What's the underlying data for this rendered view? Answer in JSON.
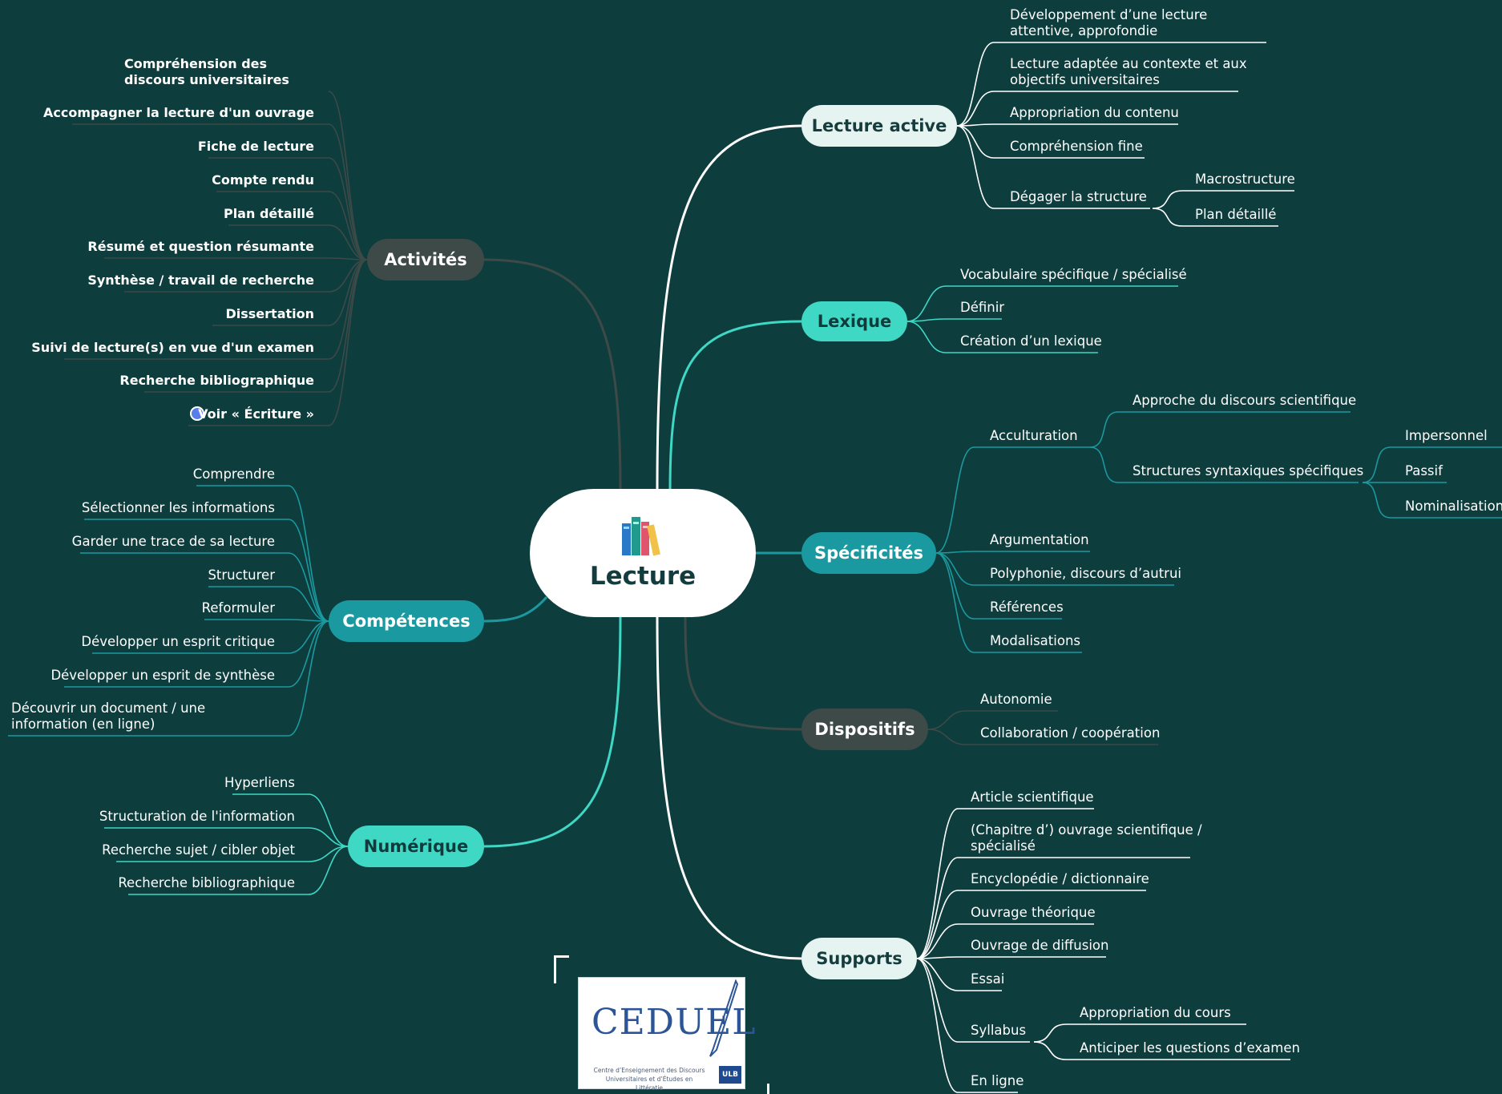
{
  "center": {
    "title": "Lecture",
    "icon": "books-icon"
  },
  "colors": {
    "background": "#0e3d3e",
    "grey": "#3d4a47",
    "teal": "#1a9aa0",
    "mint": "#3ed8c4",
    "white": "#ffffff"
  },
  "branches": {
    "lecture_active": {
      "label": "Lecture active",
      "items": [
        "Développement d’une lecture attentive, approfondie",
        "Lecture adaptée au contexte et aux objectifs universitaires",
        "Appropriation du contenu",
        "Compréhension fine",
        "Dégager la structure"
      ],
      "structure_items": [
        "Macrostructure",
        "Plan détaillé"
      ]
    },
    "lexique": {
      "label": "Lexique",
      "items": [
        "Vocabulaire spécifique / spécialisé",
        "Définir",
        "Création d’un lexique"
      ]
    },
    "specificites": {
      "label": "Spécificités",
      "items": [
        "Acculturation",
        "Argumentation",
        "Polyphonie, discours d’autrui",
        "Références",
        "Modalisations"
      ],
      "acculturation_items": [
        "Approche du discours scientifique",
        "Structures syntaxiques spécifiques"
      ],
      "syntax_items": [
        "Impersonnel",
        "Passif",
        "Nominalisation"
      ]
    },
    "dispositifs": {
      "label": "Dispositifs",
      "items": [
        "Autonomie",
        "Collaboration / coopération"
      ]
    },
    "supports": {
      "label": "Supports",
      "items": [
        "Article scientifique",
        "(Chapitre d’) ouvrage scientifique / spécialisé",
        "Encyclopédie / dictionnaire",
        "Ouvrage théorique",
        "Ouvrage de diffusion",
        "Essai",
        "Syllabus",
        "En ligne"
      ],
      "syllabus_items": [
        "Appropriation du cours",
        "Anticiper les questions d’examen"
      ]
    },
    "activites": {
      "label": "Activités",
      "items": [
        "Compréhension des discours universitaires",
        "Accompagner la lecture d'un ouvrage",
        "Fiche de lecture",
        "Compte rendu",
        "Plan détaillé",
        "Résumé et question résumante",
        "Synthèse / travail de recherche",
        "Dissertation",
        "Suivi de lecture(s) en vue d'un examen",
        "Recherche bibliographique",
        "Voir « Écriture »"
      ],
      "link_icon": "link-icon"
    },
    "competences": {
      "label": "Compétences",
      "items": [
        "Comprendre",
        "Sélectionner les informations",
        "Garder une trace de sa lecture",
        "Structurer",
        "Reformuler",
        "Développer un esprit critique",
        "Développer un esprit de synthèse",
        "Découvrir un document / une information (en ligne)"
      ]
    },
    "numerique": {
      "label": "Numérique",
      "items": [
        "Hyperliens",
        "Structuration de l'information",
        "Recherche sujet / cibler objet",
        "Recherche bibliographique"
      ]
    }
  },
  "logo": {
    "name": "CEDUEL",
    "subtitle": "Centre d’Enseignement des Discours Universitaires et d’Études en Littératie",
    "badge": "ULB"
  }
}
